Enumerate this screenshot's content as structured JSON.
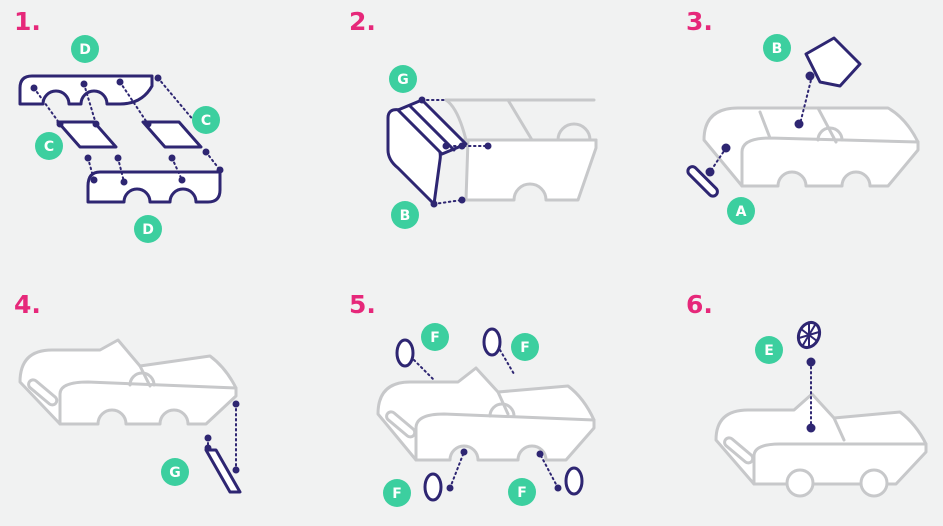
{
  "colors": {
    "background": "#f1f2f2",
    "step_number": "#e6287a",
    "badge": "#3ccf9f",
    "part_outline": "#2e2672",
    "assembled_outline": "#c7c8ca"
  },
  "steps": [
    {
      "number": "1.",
      "badges": [
        "D",
        "C",
        "C",
        "D"
      ]
    },
    {
      "number": "2.",
      "badges": [
        "G",
        "B"
      ]
    },
    {
      "number": "3.",
      "badges": [
        "B",
        "A"
      ]
    },
    {
      "number": "4.",
      "badges": [
        "G"
      ]
    },
    {
      "number": "5.",
      "badges": [
        "F",
        "F",
        "F",
        "F"
      ]
    },
    {
      "number": "6.",
      "badges": [
        "E"
      ]
    }
  ]
}
